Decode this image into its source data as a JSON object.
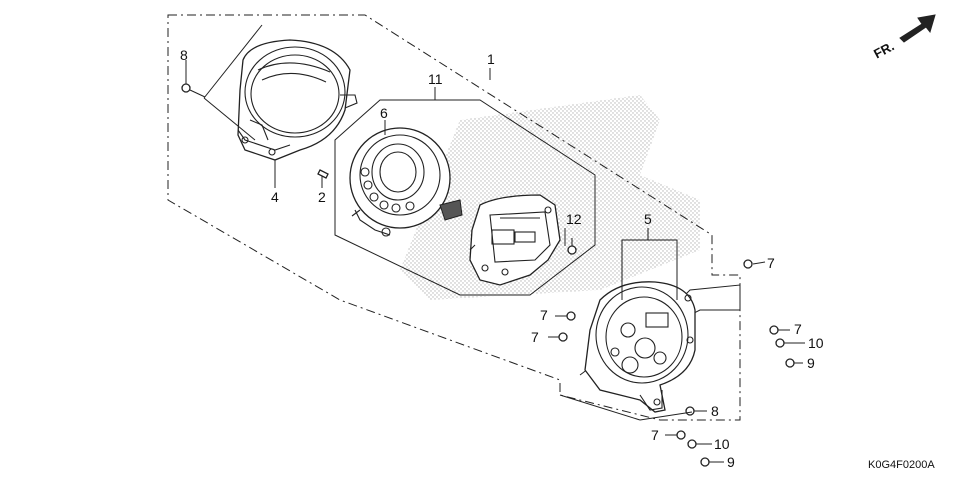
{
  "diagram": {
    "code": "K0G4F0200A",
    "direction_label": "FR.",
    "callouts": [
      {
        "id": "c1",
        "text": "1"
      },
      {
        "id": "c2",
        "text": "2"
      },
      {
        "id": "c4",
        "text": "4"
      },
      {
        "id": "c5",
        "text": "5"
      },
      {
        "id": "c6",
        "text": "6"
      },
      {
        "id": "c7a",
        "text": "7"
      },
      {
        "id": "c7b",
        "text": "7"
      },
      {
        "id": "c7c",
        "text": "7"
      },
      {
        "id": "c7d",
        "text": "7"
      },
      {
        "id": "c7e",
        "text": "7"
      },
      {
        "id": "c8a",
        "text": "8"
      },
      {
        "id": "c8b",
        "text": "8"
      },
      {
        "id": "c9a",
        "text": "9"
      },
      {
        "id": "c9b",
        "text": "9"
      },
      {
        "id": "c10a",
        "text": "10"
      },
      {
        "id": "c10b",
        "text": "10"
      },
      {
        "id": "c11",
        "text": "11"
      },
      {
        "id": "c12",
        "text": "12"
      }
    ],
    "colors": {
      "line": "#222222",
      "stipple": "#888888",
      "background": "#ffffff"
    }
  }
}
